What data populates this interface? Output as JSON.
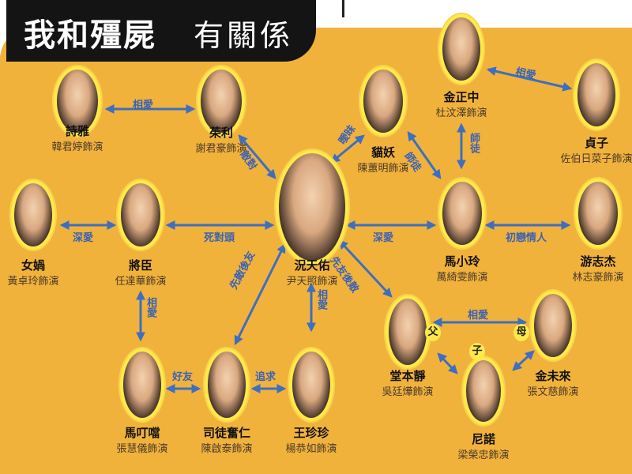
{
  "title": {
    "main": "我和殭屍",
    "sub": "有關係"
  },
  "colors": {
    "background": "#f1b23c",
    "arrow": "#3d6fc0",
    "label": "#3a62b5",
    "frame": "#ffe94a"
  },
  "nodes": [
    {
      "id": "shiya",
      "role": "詩雅",
      "actor": "韓君婷飾演"
    },
    {
      "id": "zhuli",
      "role": "茱利",
      "actor": "謝君豪飾演"
    },
    {
      "id": "nuwa",
      "role": "女媧",
      "actor": "黃卓玲飾演"
    },
    {
      "id": "jiangchen",
      "role": "將臣",
      "actor": "任達華飾演"
    },
    {
      "id": "kuang",
      "role": "況天佑",
      "actor": "尹天照飾演"
    },
    {
      "id": "maoyao",
      "role": "貓妖",
      "actor": "陳蕙明飾演"
    },
    {
      "id": "jinzhengzhong",
      "role": "金正中",
      "actor": "杜汶澤飾演"
    },
    {
      "id": "zhenzi",
      "role": "貞子",
      "actor": "佐伯日菜子飾演"
    },
    {
      "id": "maxiaoling",
      "role": "馬小玲",
      "actor": "萬綺雯飾演"
    },
    {
      "id": "youzhijie",
      "role": "游志杰",
      "actor": "林志豪飾演"
    },
    {
      "id": "tangbenjing",
      "role": "堂本靜",
      "actor": "吳廷燁飾演"
    },
    {
      "id": "jinweilai",
      "role": "金未來",
      "actor": "張文慈飾演"
    },
    {
      "id": "ninuo",
      "role": "尼諾",
      "actor": "梁榮忠飾演"
    },
    {
      "id": "madingdang",
      "role": "馬叮噹",
      "actor": "張慧儀飾演"
    },
    {
      "id": "situ",
      "role": "司徒奮仁",
      "actor": "陳啟泰飾演"
    },
    {
      "id": "wangzhenzhen",
      "role": "王珍珍",
      "actor": "楊恭如飾演"
    }
  ],
  "edges": [
    {
      "from": "shiya",
      "to": "zhuli",
      "label": "相愛"
    },
    {
      "from": "zhuli",
      "to": "kuang",
      "label": "敵對"
    },
    {
      "from": "nuwa",
      "to": "jiangchen",
      "label": "深愛"
    },
    {
      "from": "jiangchen",
      "to": "kuang",
      "label": "死對頭"
    },
    {
      "from": "kuang",
      "to": "maoyao",
      "label": "曖昧"
    },
    {
      "from": "maoyao",
      "to": "maxiaoling",
      "label": "師徒"
    },
    {
      "from": "jinzhengzhong",
      "to": "maxiaoling",
      "label": "師徒"
    },
    {
      "from": "jinzhengzhong",
      "to": "zhenzi",
      "label": "相愛"
    },
    {
      "from": "kuang",
      "to": "maxiaoling",
      "label": "深愛"
    },
    {
      "from": "maxiaoling",
      "to": "youzhijie",
      "label": "初戀情人"
    },
    {
      "from": "kuang",
      "to": "tangbenjing",
      "label": "先友後敵"
    },
    {
      "from": "kuang",
      "to": "situ",
      "label": "先敵後友"
    },
    {
      "from": "kuang",
      "to": "wangzhenzhen",
      "label": "相愛"
    },
    {
      "from": "jiangchen",
      "to": "madingdang",
      "label": "相愛"
    },
    {
      "from": "madingdang",
      "to": "situ",
      "label": "好友"
    },
    {
      "from": "situ",
      "to": "wangzhenzhen",
      "label": "追求"
    },
    {
      "from": "tangbenjing",
      "to": "jinweilai",
      "label": "相愛"
    },
    {
      "from": "tangbenjing",
      "to": "ninuo",
      "label": ""
    },
    {
      "from": "jinweilai",
      "to": "ninuo",
      "label": ""
    }
  ],
  "family_tags": {
    "father": "父",
    "son": "子",
    "mother": "母"
  }
}
